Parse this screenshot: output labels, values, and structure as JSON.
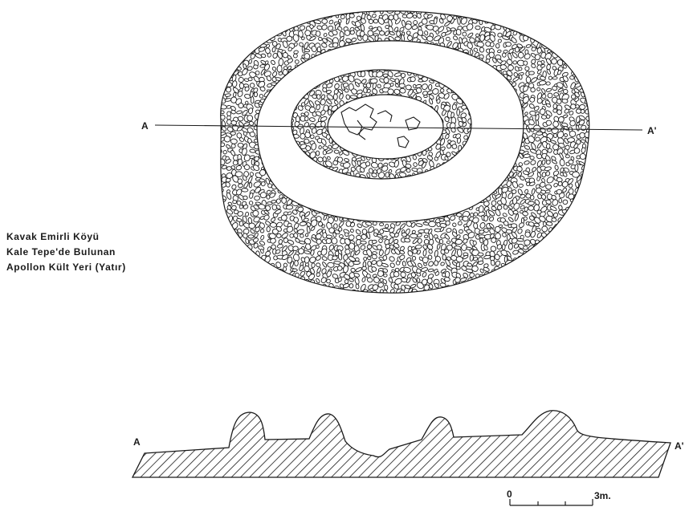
{
  "caption": {
    "lines": [
      "Kavak  Emirli Köyü",
      "Kale  Tepe'de  Bulunan",
      "Apollon  Kült Yeri (Yatır)"
    ]
  },
  "plan": {
    "section_start_label": "A",
    "section_end_label": "A'"
  },
  "section": {
    "start_label": "A",
    "end_label": "A'"
  },
  "scale_bar": {
    "start_label": "0",
    "end_label": "3m."
  },
  "colors": {
    "ink": "#1a1a1a",
    "paper": "#ffffff"
  }
}
